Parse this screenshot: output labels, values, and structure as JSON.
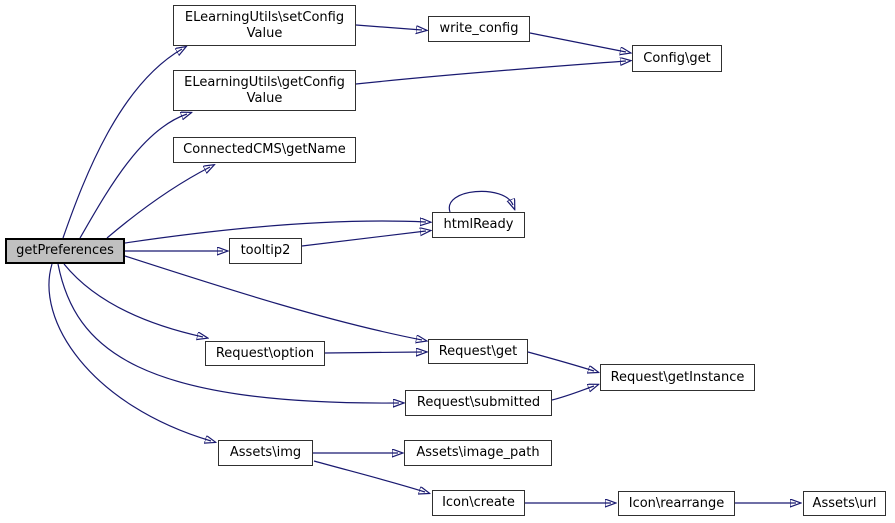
{
  "diagram": {
    "type": "call-graph",
    "root_function": "getPreferences",
    "direction": "left-to-right"
  },
  "colors": {
    "edge": "#191970",
    "node_border": "#303030",
    "node_fill": "#ffffff",
    "root_node_fill": "#c0c0c0",
    "text": "#000000",
    "background": "#ffffff"
  },
  "nodes": {
    "getPreferences": {
      "label": "getPreferences",
      "highlighted": true
    },
    "setConfigValue": {
      "label": "ELearningUtils\\setConfig Value"
    },
    "getConfigValue": {
      "label": "ELearningUtils\\getConfig Value"
    },
    "getName": {
      "label": "ConnectedCMS\\getName"
    },
    "write_config": {
      "label": "write_config"
    },
    "config_get": {
      "label": "Config\\get"
    },
    "htmlReady": {
      "label": "htmlReady"
    },
    "tooltip2": {
      "label": "tooltip2"
    },
    "request_option": {
      "label": "Request\\option"
    },
    "request_get": {
      "label": "Request\\get"
    },
    "request_getInstance": {
      "label": "Request\\getInstance"
    },
    "request_submitted": {
      "label": "Request\\submitted"
    },
    "assets_img": {
      "label": "Assets\\img"
    },
    "assets_image_path": {
      "label": "Assets\\image_path"
    },
    "icon_create": {
      "label": "Icon\\create"
    },
    "icon_rearrange": {
      "label": "Icon\\rearrange"
    },
    "assets_url": {
      "label": "Assets\\url"
    }
  },
  "edges": [
    {
      "from": "getPreferences",
      "to": "setConfigValue"
    },
    {
      "from": "getPreferences",
      "to": "getConfigValue"
    },
    {
      "from": "getPreferences",
      "to": "getName"
    },
    {
      "from": "getPreferences",
      "to": "htmlReady"
    },
    {
      "from": "getPreferences",
      "to": "tooltip2"
    },
    {
      "from": "getPreferences",
      "to": "request_option"
    },
    {
      "from": "getPreferences",
      "to": "request_get"
    },
    {
      "from": "getPreferences",
      "to": "request_submitted"
    },
    {
      "from": "getPreferences",
      "to": "assets_img"
    },
    {
      "from": "setConfigValue",
      "to": "write_config"
    },
    {
      "from": "write_config",
      "to": "config_get"
    },
    {
      "from": "getConfigValue",
      "to": "config_get"
    },
    {
      "from": "tooltip2",
      "to": "htmlReady"
    },
    {
      "from": "htmlReady",
      "to": "htmlReady"
    },
    {
      "from": "request_option",
      "to": "request_get"
    },
    {
      "from": "request_get",
      "to": "request_getInstance"
    },
    {
      "from": "request_submitted",
      "to": "request_getInstance"
    },
    {
      "from": "assets_img",
      "to": "assets_image_path"
    },
    {
      "from": "assets_img",
      "to": "icon_create"
    },
    {
      "from": "icon_create",
      "to": "icon_rearrange"
    },
    {
      "from": "icon_rearrange",
      "to": "assets_url"
    }
  ]
}
